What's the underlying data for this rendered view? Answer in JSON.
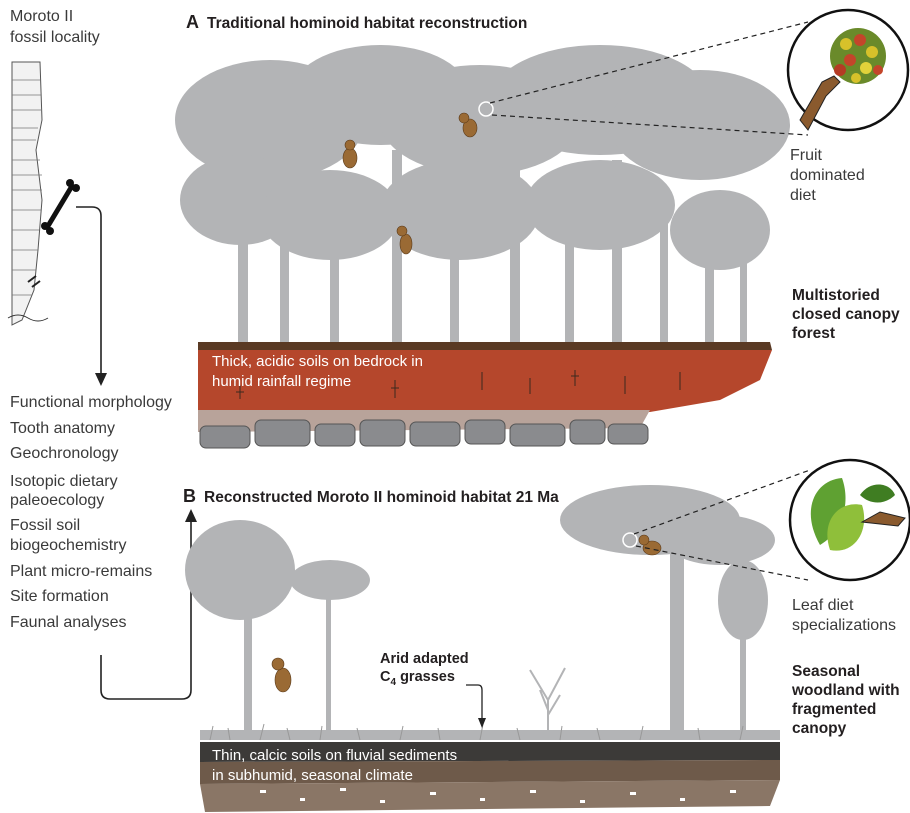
{
  "locality": {
    "line1": "Moroto II",
    "line2": "fossil locality"
  },
  "methods": [
    "Functional morphology",
    "Tooth anatomy",
    "Geochronology",
    "Isotopic dietary",
    "paleoecology",
    "Fossil soil",
    "biogeochemistry",
    "Plant micro-remains",
    "Site formation",
    "Faunal analyses"
  ],
  "panel_a": {
    "letter": "A",
    "title": "Traditional hominoid habitat reconstruction",
    "diet": [
      "Fruit",
      "dominated",
      "diet"
    ],
    "habitat": [
      "Multistoried",
      "closed canopy",
      "forest"
    ],
    "soil": [
      "Thick, acidic soils on bedrock in",
      "humid rainfall regime"
    ]
  },
  "panel_b": {
    "letter": "B",
    "title": "Reconstructed Moroto II hominoid habitat 21 Ma",
    "diet": [
      "Leaf diet",
      "specializations"
    ],
    "habitat": [
      "Seasonal",
      "woodland with",
      "fragmented",
      "canopy"
    ],
    "grass_line1": "Arid adapted",
    "grass_c": "C",
    "grass_sub": "4",
    "grass_rest": " grasses",
    "soil": [
      "Thin, calcic soils on fluvial sediments",
      "in subhumid, seasonal climate"
    ]
  },
  "colors": {
    "tree": "#b3b4b6",
    "soil_red": "#b5472c",
    "soil_dark": "#5a3a24",
    "bedrock": "#8a8b8e",
    "soil_b_top": "#3c3a38",
    "soil_b_mid": "#6e5a4a",
    "ape": "#9a6a34"
  }
}
